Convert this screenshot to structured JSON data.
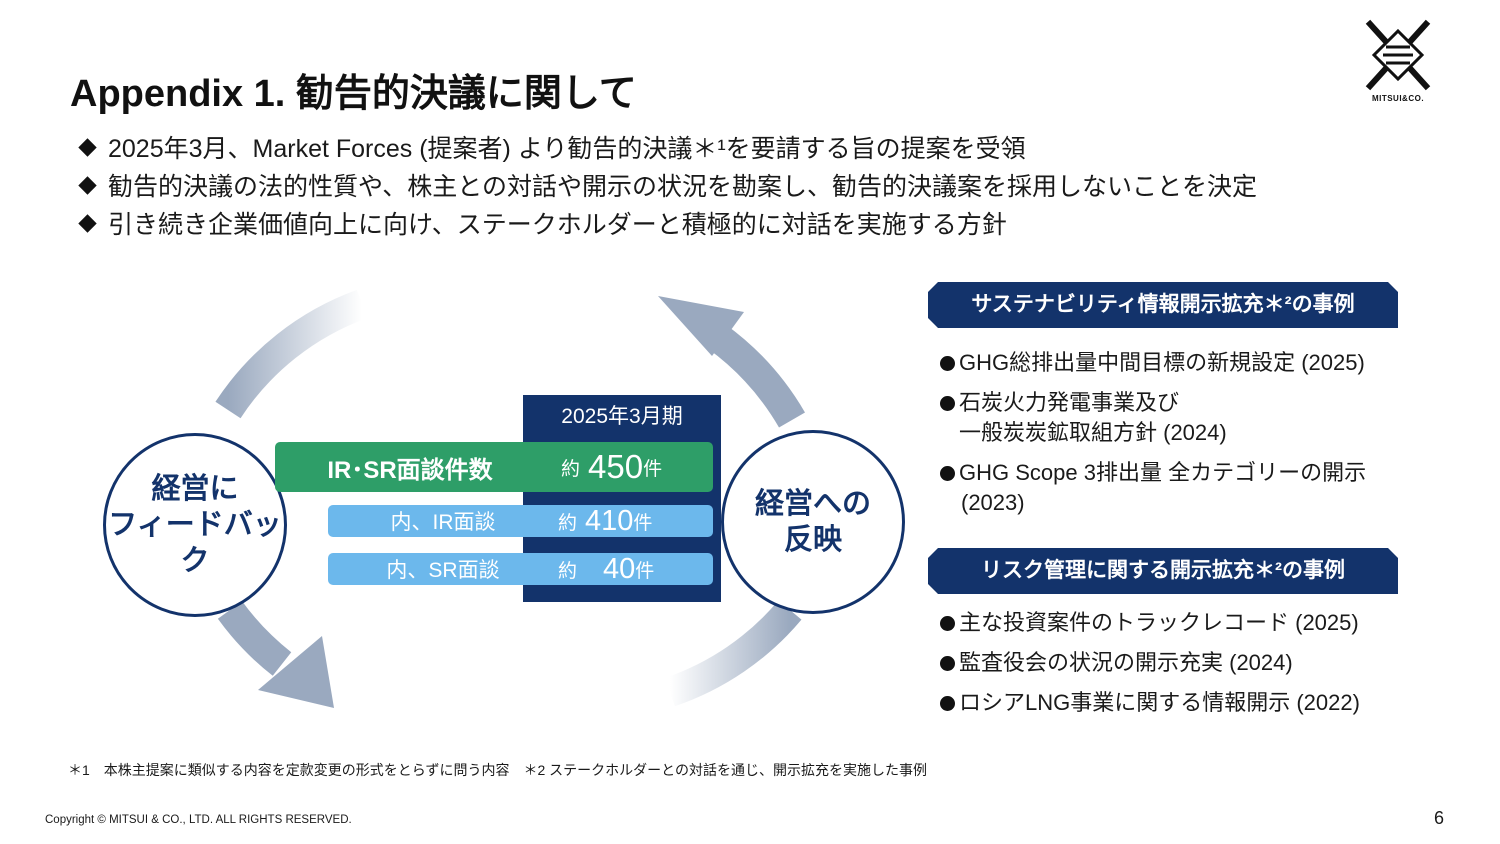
{
  "title": "Appendix 1. 勧告的決議に関して",
  "logo": {
    "text": "MITSUI&CO.",
    "icon": "mitsui-logo-icon"
  },
  "bullets": [
    "2025年3月、Market Forces (提案者) より勧告的決議＊¹を要請する旨の提案を受領",
    "勧告的決議の法的性質や、株主との対話や開示の状況を勘案し、勧告的決議案を採用しないことを決定",
    "引き続き企業価値向上に向け、ステークホルダーと積極的に対話を実施する方針"
  ],
  "cycle": {
    "left_circle": {
      "line1": "経営に",
      "line2": "フィードバック"
    },
    "right_circle": {
      "line1": "経営への",
      "line2": "反映"
    }
  },
  "interviews": {
    "period": "2025年3月期",
    "rows": [
      {
        "label": "IR･SR面談件数",
        "approx": "約",
        "value": "450",
        "unit": "件"
      },
      {
        "label": "内、IR面談",
        "approx": "約",
        "value": "410",
        "unit": "件"
      },
      {
        "label": "内、SR面談",
        "approx": "約",
        "value": "40",
        "unit": "件"
      }
    ]
  },
  "sustainability": {
    "header": "サステナビリティ情報開示拡充＊²の事例",
    "items": [
      {
        "line1": "GHG総排出量中間目標の新規設定 (2025)",
        "line2": ""
      },
      {
        "line1": "石炭火力発電事業及び",
        "line2": "一般炭炭鉱取組方針 (2024)"
      },
      {
        "line1": "GHG Scope 3排出量 全カテゴリーの開示",
        "line2": "(2023)"
      }
    ]
  },
  "risk": {
    "header": "リスク管理に関する開示拡充＊²の事例",
    "items": [
      "主な投資案件のトラックレコード (2025)",
      "監査役会の状況の開示充実 (2024)",
      "ロシアLNG事業に関する情報開示 (2022)"
    ]
  },
  "footnote": "＊1　本株主提案に類似する内容を定款変更の形式をとらずに問う内容　＊2 ステークホルダーとの対話を通じ、開示拡充を実施した事例",
  "copyright": "Copyright © MITSUI & CO., LTD. ALL RIGHTS RESERVED.",
  "page_number": "6",
  "colors": {
    "navy": "#13336b",
    "green": "#2e9e68",
    "light_blue": "#6cb8ec",
    "arrow": "#9aa9bf"
  }
}
